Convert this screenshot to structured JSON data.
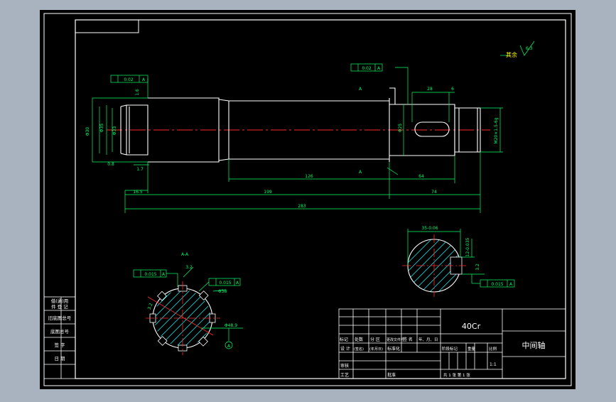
{
  "colors": {
    "background": "#a9b3bf",
    "sheet": "#000000",
    "line": "#ffffff",
    "dimension": "#00ff66",
    "centerline": "#ff2a2a",
    "hatch": "#00ffff",
    "note": "#ffff00"
  },
  "drawing": {
    "roughness_label": "其余",
    "roughness_value": "6.3",
    "section_label": "A-A",
    "datum_letter": "A",
    "tolerance_frames": [
      "0.02",
      "0.02",
      "0.015",
      "0.015"
    ],
    "dims": {
      "d_top_left": "1.6",
      "d_left_dia1": "Φ30",
      "d_left_dia2": "Φ35",
      "d_left_dia3": "Φ33",
      "d_left_chamfer": "0.8",
      "d_left_step": "1.7",
      "d_16": "16.5",
      "d_len1": "126",
      "d_len2": "199",
      "d_right_64": "64",
      "d_right_74": "74",
      "d_total": "283",
      "d_key_w": "28",
      "d_key_d": "6",
      "d_right_dia": "Φ25",
      "d_thread": "M20×1.5-6g",
      "d_sec_width": "35-0.06",
      "d_sec_depth": "12-0.035",
      "d_sec_ra": "3.2",
      "d_spline_a": "3.2",
      "d_spline_b": "3.2",
      "d_spline_c": "Φ38",
      "d_spline_note": "Φ48.9"
    }
  },
  "title_block": {
    "material": "40Cr",
    "part_name": "中间轴",
    "scale": "1:1",
    "rev_headers": [
      "标记",
      "处数",
      "分 区",
      "更改文件号",
      "签 名",
      "年、月、日"
    ],
    "row_design": [
      "设 计",
      "(签名)",
      "(年月日)",
      "标准化"
    ],
    "stage_headers": [
      "阶段标记",
      "重量",
      "比例"
    ],
    "sheet_info": "共 1 张 第 1 张",
    "row_review": "审核",
    "row_process": "工艺",
    "row_approve": "批准"
  },
  "side_block": {
    "rows": [
      "借(通)用",
      "件 登 记",
      "旧底图总号",
      "底图总号",
      "签 字",
      "日 期"
    ]
  }
}
